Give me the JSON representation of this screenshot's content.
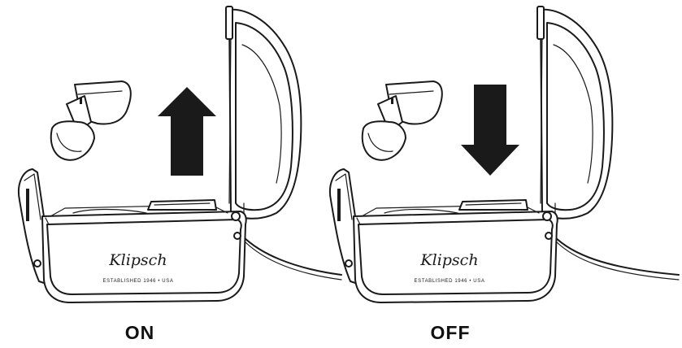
{
  "panels": [
    {
      "caption": "ON",
      "arrow_direction": "up",
      "brand_logo": "Klipsch",
      "brand_tagline": "ESTABLISHED 1946 • USA",
      "icons": [
        "earbud-icon",
        "up-arrow-icon",
        "charging-case-icon"
      ]
    },
    {
      "caption": "OFF",
      "arrow_direction": "down",
      "brand_logo": "Klipsch",
      "brand_tagline": "ESTABLISHED 1946 • USA",
      "icons": [
        "earbud-icon",
        "down-arrow-icon",
        "charging-case-icon"
      ]
    }
  ],
  "colors": {
    "ink": "#1a1a1a",
    "background": "#ffffff"
  }
}
